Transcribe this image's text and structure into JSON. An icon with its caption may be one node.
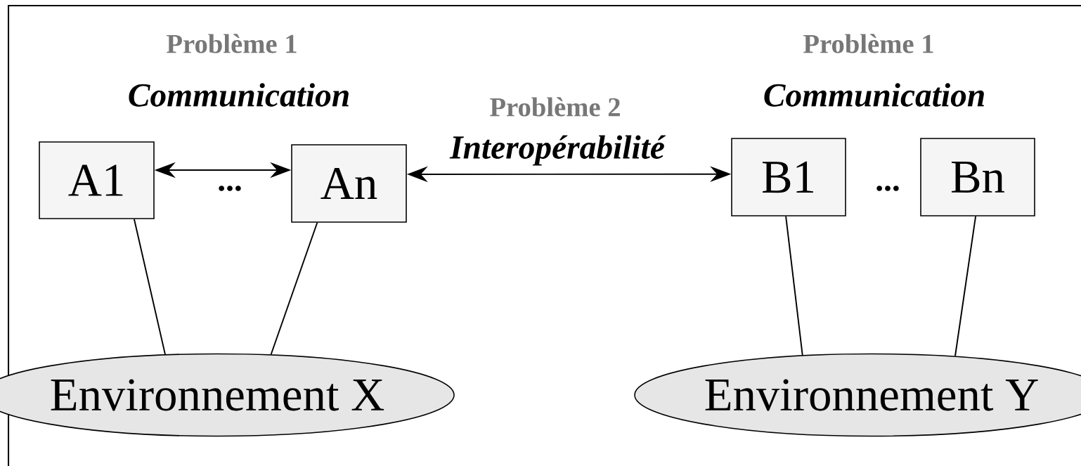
{
  "diagram": {
    "nodes": [
      {
        "text": [
          "A1"
        ]
      },
      {
        "text": [
          "An"
        ]
      },
      {
        "text": [
          "B1"
        ]
      },
      {
        "text": [
          "Bn"
        ]
      },
      {
        "text": [
          "Environnement X"
        ]
      },
      {
        "text": [
          "Environnement Y"
        ]
      }
    ],
    "edges": [
      {
        "from": 0,
        "to": 1,
        "arrow": "both"
      },
      {
        "from": 1,
        "to": 2,
        "arrow": "both",
        "label": "Interopérabilité"
      },
      {
        "from": 0,
        "to": 4,
        "arrow": "none"
      },
      {
        "from": 1,
        "to": 4,
        "arrow": "none"
      },
      {
        "from": 2,
        "to": 5,
        "arrow": "none"
      },
      {
        "from": 3,
        "to": 5,
        "arrow": "none"
      }
    ],
    "labels": [
      "Problème 1",
      "Problème 1",
      "Communication",
      "Communication",
      "Problème 2",
      "...",
      "..."
    ]
  }
}
